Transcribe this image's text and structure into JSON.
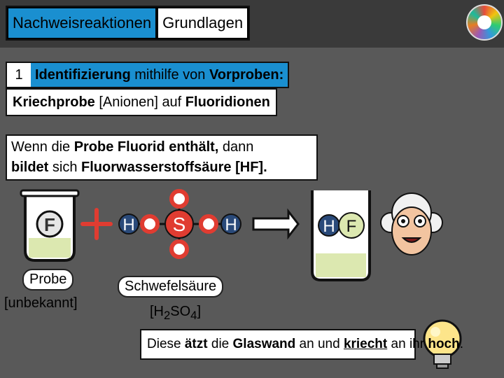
{
  "header": {
    "title_part1": "Nachweisreaktionen",
    "title_part2": "Grundlagen"
  },
  "section": {
    "number": "1",
    "title_bold1": "Identifizierung",
    "title_plain1": " mithilfe von ",
    "title_bold2": "Vorproben:",
    "subtitle_bold1": "Kriechprobe",
    "subtitle_plain1": " [Anionen] auf ",
    "subtitle_bold2": "Fluoridionen"
  },
  "intro": {
    "p1": "Wenn die ",
    "b1": "Probe Fluorid enthält,",
    "p2": " dann ",
    "b2": "bildet",
    "p3": " sich ",
    "b3": "Fluorwasserstoffsäure [HF]."
  },
  "diagram": {
    "sample_symbol": "F",
    "acid_h_left": "H",
    "acid_center": "S",
    "acid_h_right": "H",
    "product_h": "H",
    "product_f": "F",
    "sample_label_line1": "Probe",
    "sample_label_line2": "[unbekannt]",
    "acid_label": "Schwefelsäure",
    "formula_prefix": "[H",
    "formula_sub1": "2",
    "formula_mid": "SO",
    "formula_sub2": "4",
    "formula_suffix": "]"
  },
  "bottom": {
    "p1": "Diese ",
    "b1": "ätzt",
    "p2": " die ",
    "b2": "Glaswand",
    "p3": " an und ",
    "b3": "kriecht",
    "p4": " an ihr ",
    "b4": "hoch",
    "p5": "."
  },
  "colors": {
    "accent_blue": "#1a8fd0",
    "red": "#e03c31",
    "beaker_fill": "#dce8b0",
    "navy": "#2a4a7a"
  },
  "icons": [
    "logo-icon",
    "plus-icon",
    "arrow-right-icon",
    "professor-face-icon",
    "lightbulb-icon"
  ]
}
